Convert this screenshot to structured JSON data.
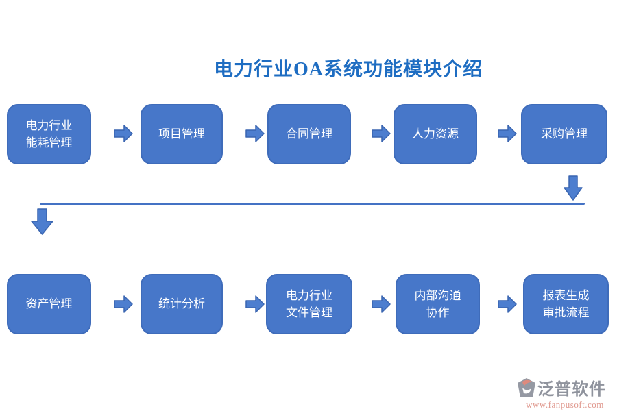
{
  "title": {
    "text": "电力行业OA系统功能模块介绍",
    "color": "#1e6dc2"
  },
  "flow": {
    "row1": [
      {
        "label": "电力行业\n能耗管理"
      },
      {
        "label": "项目管理"
      },
      {
        "label": "合同管理"
      },
      {
        "label": "人力资源"
      },
      {
        "label": "采购管理"
      }
    ],
    "row2": [
      {
        "label": "资产管理"
      },
      {
        "label": "统计分析"
      },
      {
        "label": "电力行业\n文件管理"
      },
      {
        "label": "内部沟通\n协作"
      },
      {
        "label": "报表生成\n审批流程"
      }
    ]
  },
  "colors": {
    "box_fill": "#4777c9",
    "box_border": "#3f6cba",
    "arrow_fill": "#4d7ecf",
    "arrow_border": "#3a65b0",
    "connector_line": "#4472c4",
    "title_text": "#1e6dc2",
    "box_text": "#ffffff",
    "logo_gray": "#8f939d",
    "logo_salmon": "#e0998f"
  },
  "logo": {
    "brand": "泛普软件",
    "url": "www.fanpusoft.com"
  }
}
